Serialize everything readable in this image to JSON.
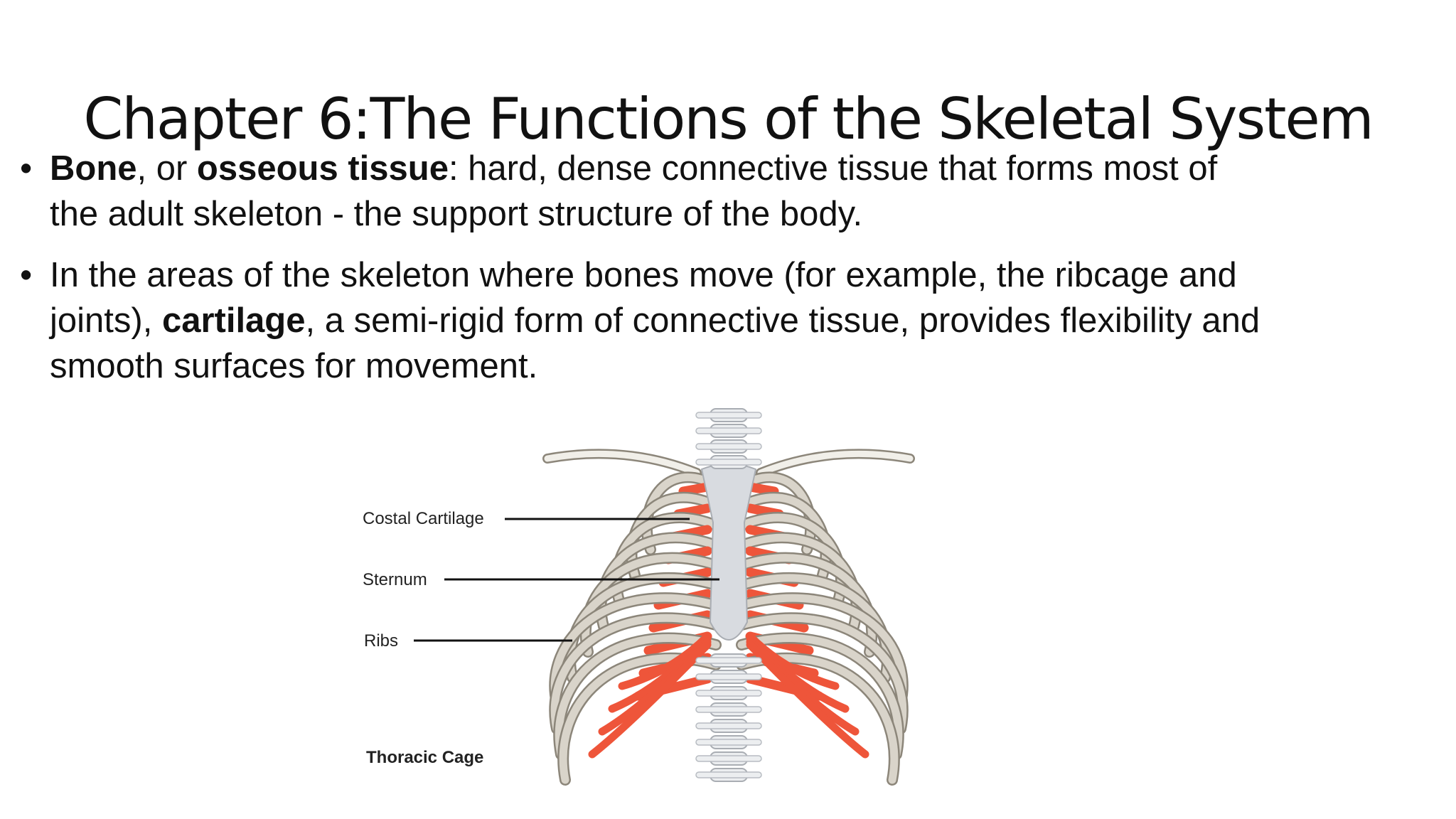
{
  "slide": {
    "title": "Chapter 6:The Functions of the Skeletal System",
    "bullet_symbol": "•",
    "bullets": [
      {
        "b1": "Bone",
        "t1": ", or ",
        "b2": "osseous tissue",
        "t2": ": hard, dense connective tissue that forms most of the adult skeleton - the support structure of the body."
      },
      {
        "t1": "In the areas of the skeleton where bones move (for example, the ribcage and joints), ",
        "b1": "cartilage",
        "t2": ", a semi-rigid form of connective tissue, provides flexibility and smooth surfaces for movement."
      }
    ]
  },
  "figure": {
    "labels": {
      "costal_cartilage": "Costal Cartilage",
      "sternum": "Sternum",
      "ribs": "Ribs"
    },
    "caption": "Thoracic Cage",
    "colors": {
      "bone": "#d9d4ca",
      "bone_outline": "#8c867a",
      "cartilage": "#ee553a",
      "sternum": "#d8dbe0",
      "vertebra": "#eceef0"
    }
  }
}
